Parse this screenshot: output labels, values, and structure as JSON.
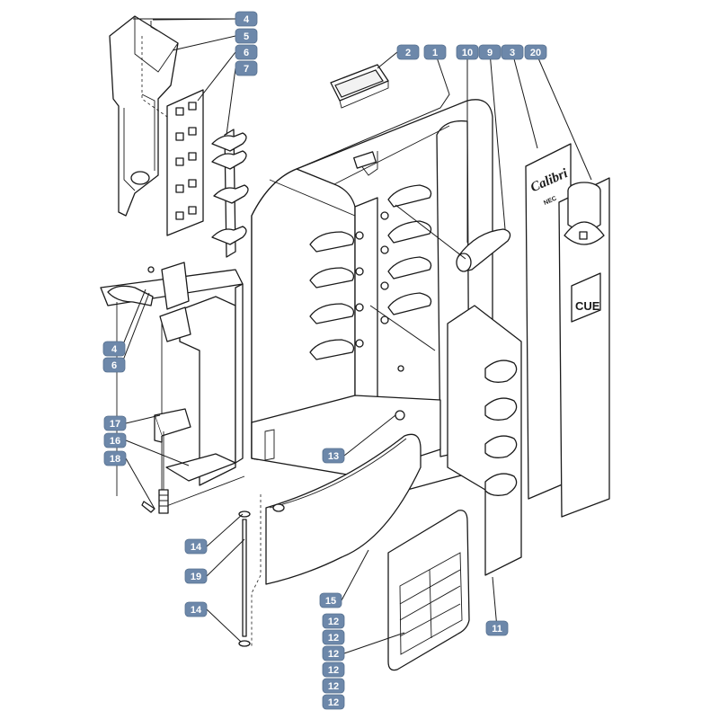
{
  "callouts": [
    {
      "key": "c4a",
      "label": "4"
    },
    {
      "key": "c5",
      "label": "5"
    },
    {
      "key": "c6a",
      "label": "6"
    },
    {
      "key": "c7",
      "label": "7"
    },
    {
      "key": "c2",
      "label": "2"
    },
    {
      "key": "c1",
      "label": "1"
    },
    {
      "key": "c10",
      "label": "10"
    },
    {
      "key": "c9",
      "label": "9"
    },
    {
      "key": "c3",
      "label": "3"
    },
    {
      "key": "c20",
      "label": "20"
    },
    {
      "key": "c4b",
      "label": "4"
    },
    {
      "key": "c6b",
      "label": "6"
    },
    {
      "key": "c17",
      "label": "17"
    },
    {
      "key": "c16",
      "label": "16"
    },
    {
      "key": "c18",
      "label": "18"
    },
    {
      "key": "c13",
      "label": "13"
    },
    {
      "key": "c14a",
      "label": "14"
    },
    {
      "key": "c19",
      "label": "19"
    },
    {
      "key": "c15",
      "label": "15"
    },
    {
      "key": "c14b",
      "label": "14"
    },
    {
      "key": "c12a",
      "label": "12"
    },
    {
      "key": "c12b",
      "label": "12"
    },
    {
      "key": "c12c",
      "label": "12"
    },
    {
      "key": "c12d",
      "label": "12"
    },
    {
      "key": "c12e",
      "label": "12"
    },
    {
      "key": "c12f",
      "label": "12"
    },
    {
      "key": "c11",
      "label": "11"
    }
  ],
  "panel_text": {
    "brand_script": "Calibri",
    "brand_sub": "NEC",
    "logo_word": "CUE"
  },
  "colors": {
    "badge": "#6d88aa",
    "line": "#1a1a1a",
    "background": "#ffffff"
  }
}
